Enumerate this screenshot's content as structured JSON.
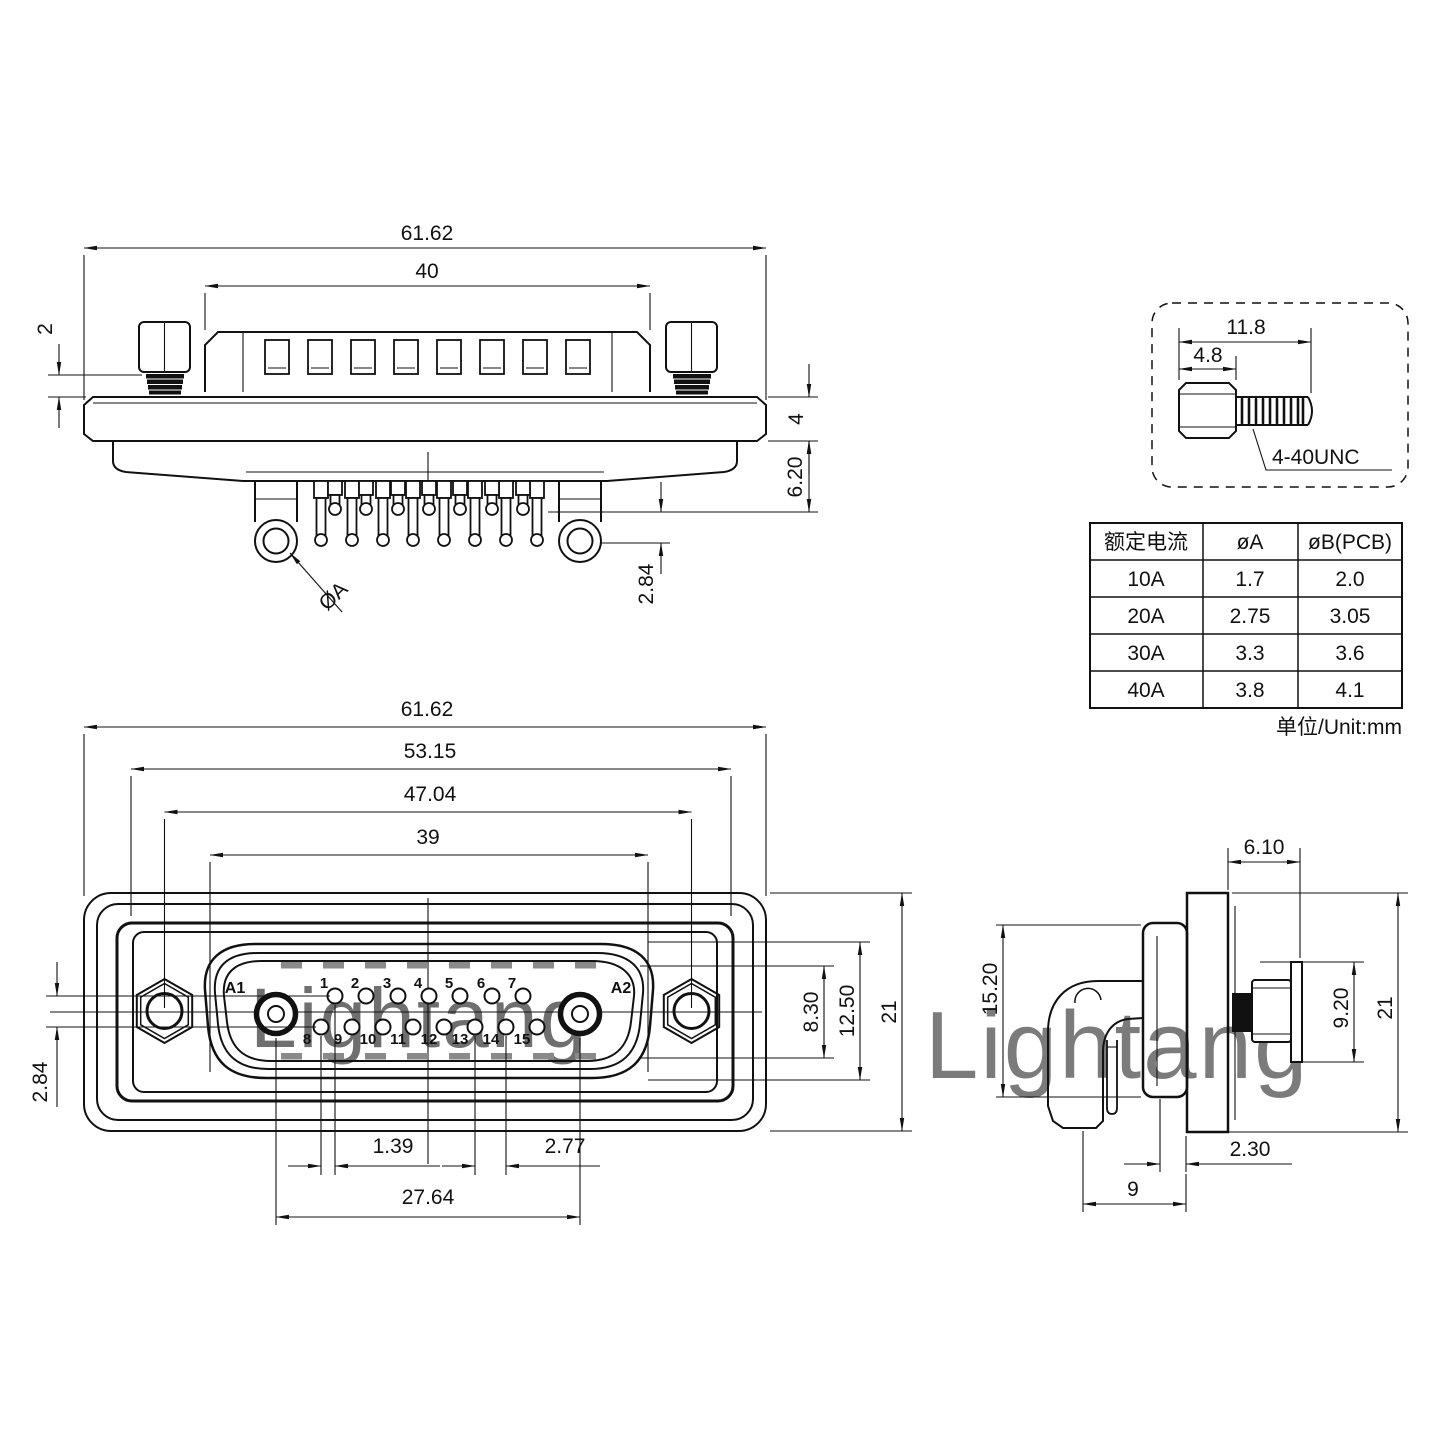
{
  "watermark": {
    "text": "Lightang"
  },
  "rear_view": {
    "dims": {
      "overall_width": "61.62",
      "insert_width": "40",
      "screw_gap": "2",
      "flange_thickness": "4",
      "insulator_depth": "6.20",
      "pin_tip_offset": "2.84",
      "power_pin_dia": "ØA"
    }
  },
  "front_view": {
    "dims": {
      "overall_width": "61.62",
      "flange_step_width": "53.15",
      "mount_hole_spacing": "47.04",
      "shell_width": "39",
      "row_offset": "2.84",
      "half_pitch": "1.39",
      "pin_pitch": "2.77",
      "power_pin_spacing": "27.64",
      "insert_height": "8.30",
      "shell_height": "12.50",
      "flange_height": "21"
    },
    "pin_labels": {
      "power_left": "A1",
      "power_right": "A2",
      "row1": [
        "1",
        "2",
        "3",
        "4",
        "5",
        "6",
        "7"
      ],
      "row2": [
        "8",
        "9",
        "10",
        "11",
        "12",
        "13",
        "14",
        "15"
      ]
    }
  },
  "side_view": {
    "dims": {
      "screw_protrusion": "6.10",
      "bracket_height": "15.20",
      "screw_head_height": "9.20",
      "flange_height": "21",
      "shell_offset": "2.30",
      "leg_offset": "9"
    }
  },
  "screw_detail": {
    "dims": {
      "total_length": "11.8",
      "head_length": "4.8"
    },
    "thread_label": "4-40UNC"
  },
  "spec_table": {
    "headers": [
      "额定电流",
      "øA",
      "øB(PCB)"
    ],
    "rows": [
      [
        "10A",
        "1.7",
        "2.0"
      ],
      [
        "20A",
        "2.75",
        "3.05"
      ],
      [
        "30A",
        "3.3",
        "3.6"
      ],
      [
        "40A",
        "3.8",
        "4.1"
      ]
    ],
    "unit_note": "单位/Unit:mm"
  }
}
